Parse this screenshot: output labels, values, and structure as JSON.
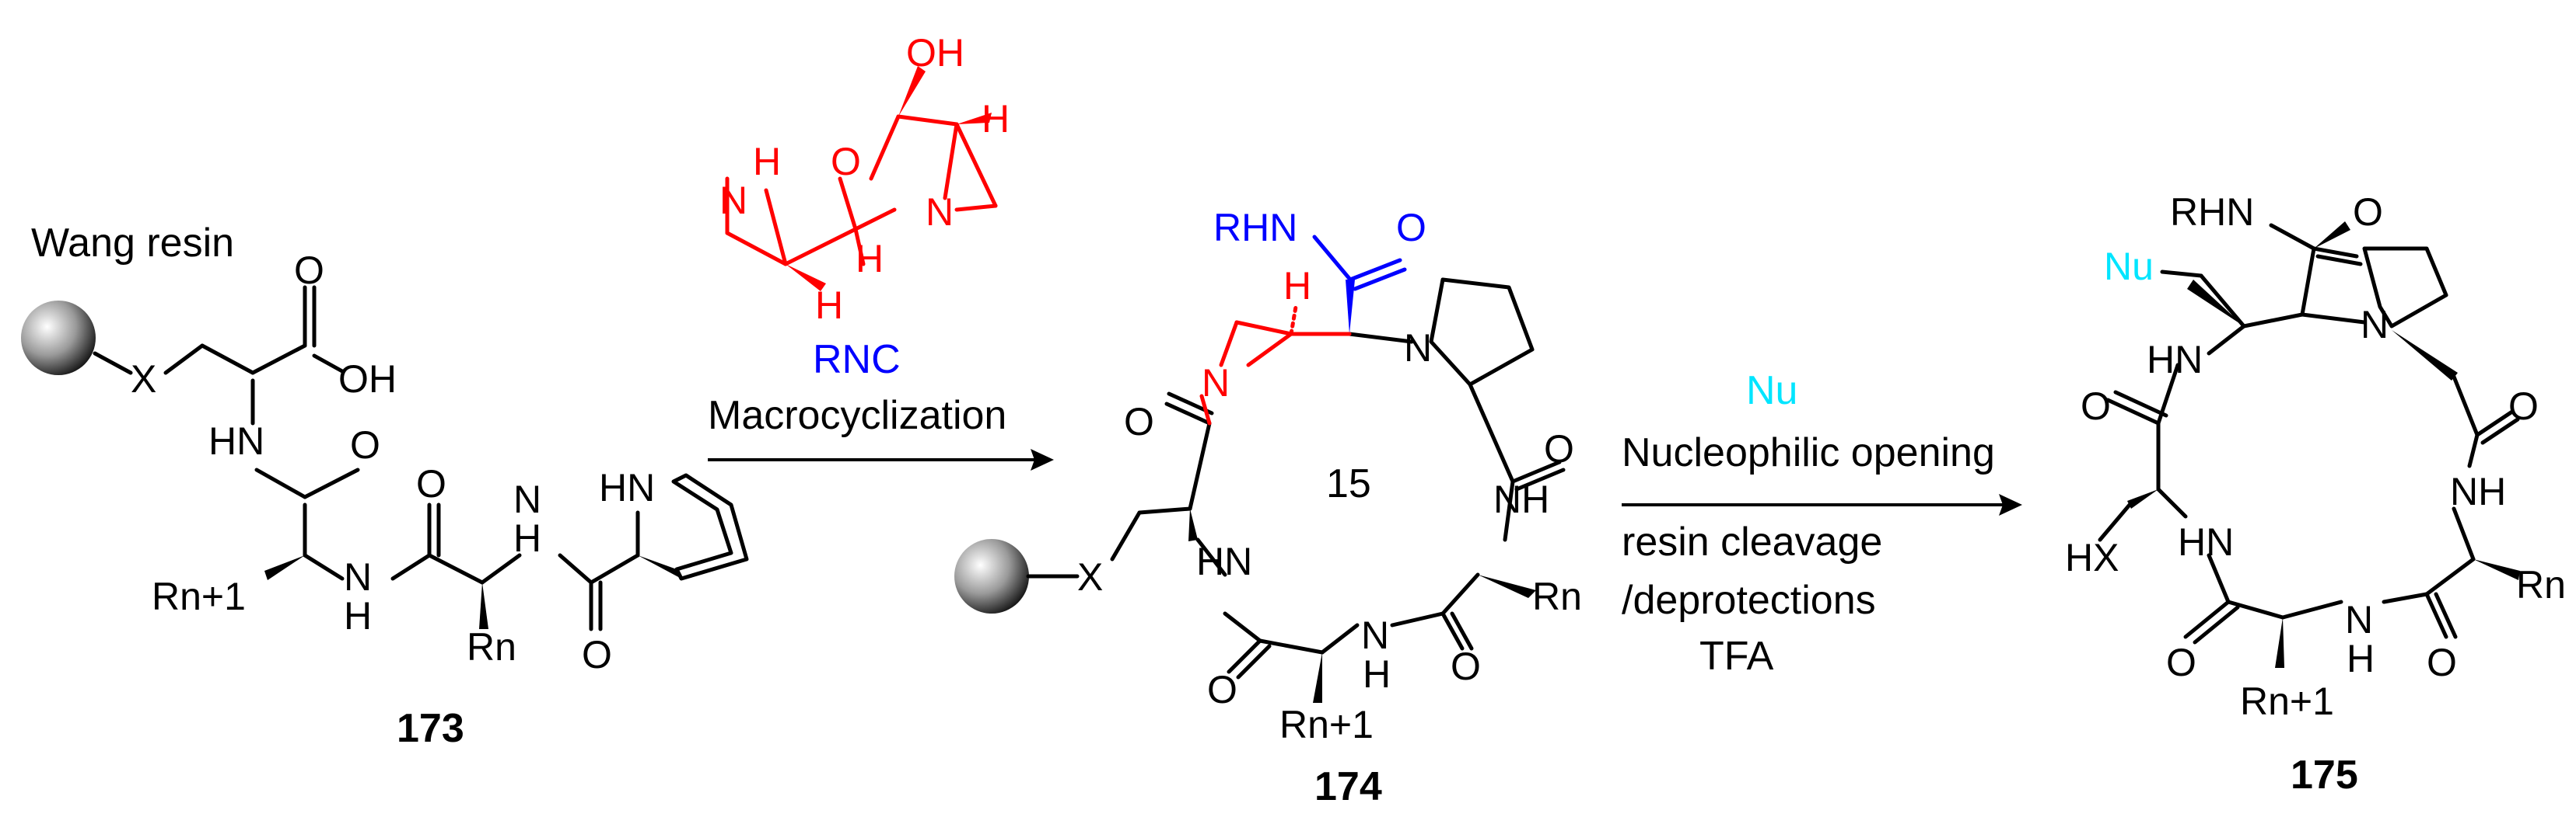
{
  "colors": {
    "black": "#000000",
    "red": "#ff0000",
    "blue": "#0000ff",
    "cyan": "#00e5ff"
  },
  "compound_173": {
    "resin_label": "Wang resin",
    "X": "X",
    "O": "O",
    "OH": "OH",
    "HN": "HN",
    "N": "N",
    "H": "H",
    "R_n1": "Rn+1",
    "R_n": "Rn",
    "number": "173"
  },
  "reagent_1": {
    "OH": "OH",
    "O": "O",
    "N": "N",
    "H": "H",
    "RNC": "RNC",
    "condition": "Macrocyclization"
  },
  "compound_174": {
    "RHN": "RHN",
    "O": "O",
    "N": "N",
    "H": "H",
    "HN": "HN",
    "NH": "NH",
    "X": "X",
    "ring_size": "15",
    "R_n": "Rn",
    "R_n1": "Rn+1",
    "number": "174"
  },
  "reagent_2": {
    "Nu": "Nu",
    "line1": "Nucleophilic opening",
    "line2": "resin cleavage",
    "line3": "/deprotections",
    "line4": "TFA"
  },
  "compound_175": {
    "RHN": "RHN",
    "O": "O",
    "Nu": "Nu",
    "N": "N",
    "HN": "HN",
    "NH": "NH",
    "H": "H",
    "HX": "HX",
    "R_n": "Rn",
    "R_n1": "Rn+1",
    "number": "175"
  }
}
